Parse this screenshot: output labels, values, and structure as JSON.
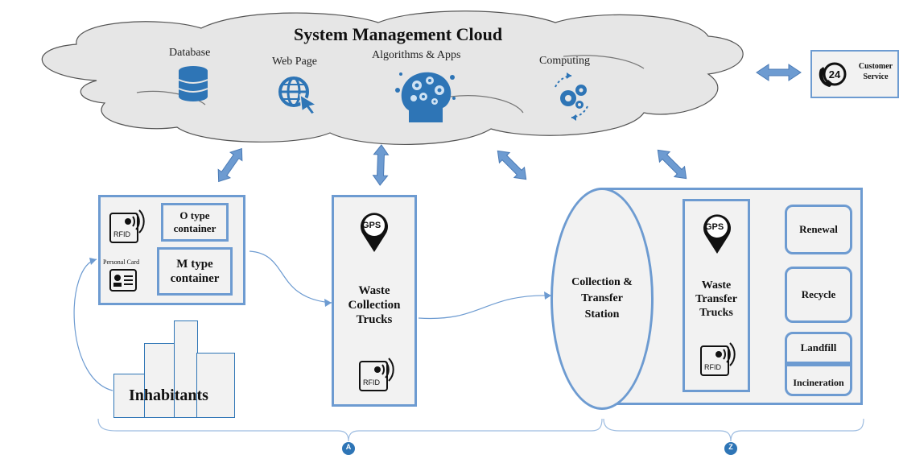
{
  "cloud": {
    "title": "System Management Cloud",
    "items": [
      {
        "label": "Database",
        "icon": "database-icon"
      },
      {
        "label": "Web Page",
        "icon": "web-globe-icon"
      },
      {
        "label": "Algorithms & Apps",
        "icon": "brain-gears-icon"
      },
      {
        "label": "Computing",
        "icon": "gears-icon"
      }
    ]
  },
  "customer_service": {
    "label": "Customer Service",
    "badge": "24",
    "icon": "phone-24-icon"
  },
  "residential_box": {
    "rfid": "RFID",
    "personal_card": "Personal Card",
    "o_container": "O type container",
    "m_container": "M type container"
  },
  "inhabitants": "Inhabitants",
  "collection_trucks": {
    "gps": "GPS",
    "label": "Waste Collection Trucks",
    "rfid": "RFID"
  },
  "station": {
    "label": "Collection & Transfer Station"
  },
  "transfer_trucks": {
    "gps": "GPS",
    "label": "Waste Transfer Trucks",
    "rfid": "RFID"
  },
  "destinations": [
    "Renewal",
    "Recycle",
    "Landfill",
    "Incineration"
  ],
  "braces": {
    "left": "A",
    "right": "Z"
  },
  "colors": {
    "accent": "#6d9bd1",
    "panel": "#f2f2f2",
    "cloud": "#e6e6e6",
    "icon_blue": "#2e75b6"
  }
}
